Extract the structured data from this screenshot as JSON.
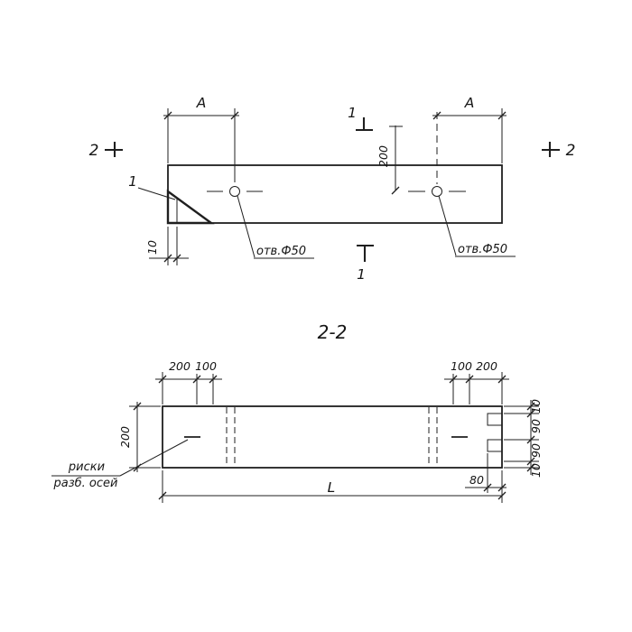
{
  "drawing": {
    "section_title": "2-2",
    "top_view": {
      "dim_A_left": "A",
      "dim_A_right": "A",
      "section2_left": "2",
      "section2_right": "2",
      "section1_top": "1",
      "section1_bottom": "1",
      "detail_callout": "1",
      "dim_200_vertical": "200",
      "dim_10": "10",
      "hole_label_left": "отв.Ф50",
      "hole_label_right": "отв.Ф50"
    },
    "section_view": {
      "dim_top_left_200": "200",
      "dim_top_left_100": "100",
      "dim_top_right_100": "100",
      "dim_top_right_200": "200",
      "dim_left_200": "200",
      "dim_right": [
        "10",
        "90",
        "90",
        "10"
      ],
      "axis_label_line1": "риски",
      "axis_label_line2": "разб. осей",
      "dim_length": "L",
      "dim_80": "80"
    },
    "colors": {
      "line": "#1f1f1f",
      "background": "#ffffff"
    }
  }
}
